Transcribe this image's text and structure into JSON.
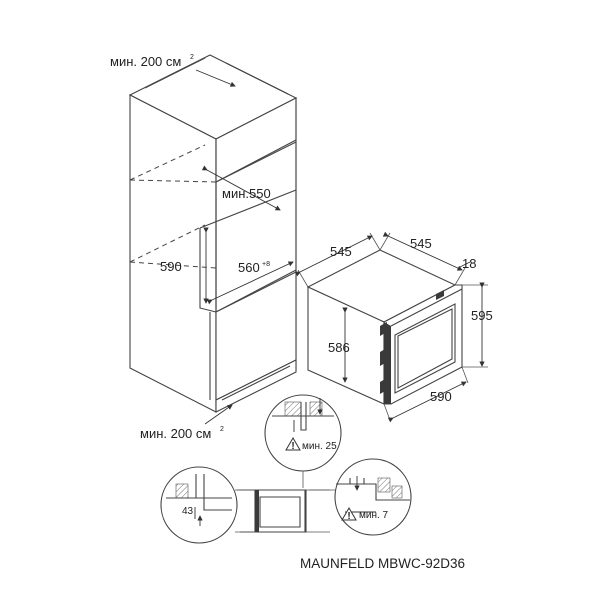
{
  "labels": {
    "vent_top": "мин. 200 см",
    "vent_top_sup": "2",
    "vent_bottom": "мин. 200 см",
    "vent_bottom_sup": "2",
    "niche_depth": "мин.550",
    "niche_height": "590",
    "niche_width": "560",
    "niche_width_sup": "+8",
    "unit_depth": "545",
    "unit_width_top": "545",
    "unit_front": "18",
    "unit_height": "595",
    "unit_inner_height": "586",
    "unit_width": "590",
    "detail_top_min": "мин. 25",
    "detail_left_dim": "43",
    "detail_right_min": "мин. 7",
    "model": "MAUNFELD MBWC-92D36"
  }
}
